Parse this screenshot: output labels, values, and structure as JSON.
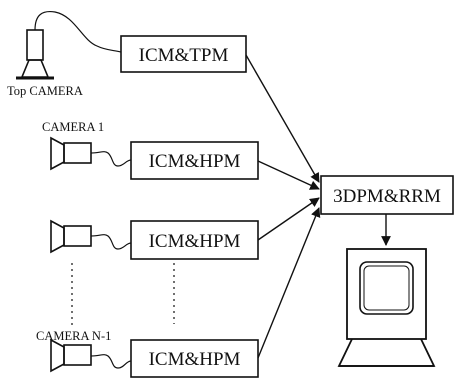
{
  "cameras": {
    "top": "Top CAMERA",
    "cam1": "CAMERA 1",
    "camN1": "CAMERA N-1"
  },
  "modules": {
    "tpm": "ICM&TPM",
    "hpm1": "ICM&HPM",
    "hpm2": "ICM&HPM",
    "hpm3": "ICM&HPM",
    "rrm": "3DPM&RRM"
  },
  "icons": [
    "camera-icon",
    "monitor-icon"
  ]
}
